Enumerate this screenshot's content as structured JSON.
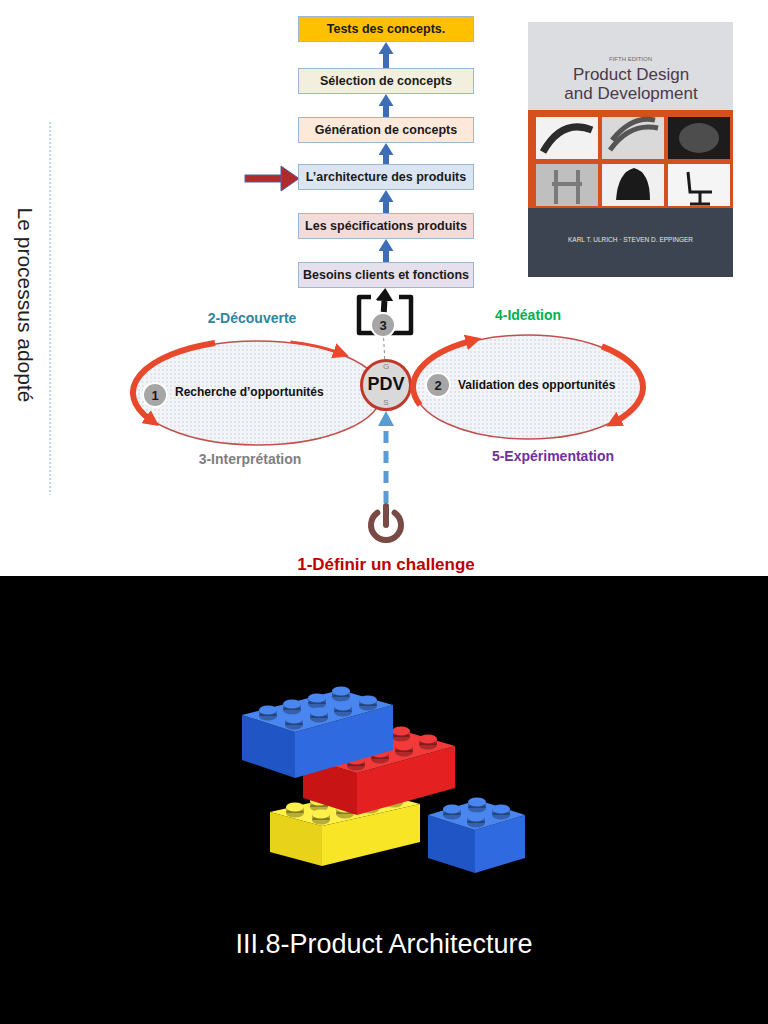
{
  "diagram": {
    "title": "III.8-Product Architecture",
    "nodes": [
      {
        "text": [
          "Tests des concepts."
        ]
      },
      {
        "text": [
          "Sélection de concepts"
        ]
      },
      {
        "text": [
          "Génération de concepts"
        ]
      },
      {
        "text": [
          "L’architecture des produits"
        ]
      },
      {
        "text": [
          "Les spécifications produits"
        ]
      },
      {
        "text": [
          "Besoins clients et fonctions"
        ]
      },
      {
        "text": [
          "3"
        ]
      },
      {
        "text": [
          "Recherche d’opportunités"
        ]
      },
      {
        "text": [
          "1"
        ],
        "in": 7
      },
      {
        "text": [
          "G",
          "PDV",
          "S"
        ]
      },
      {
        "text": [
          "Validation des opportunités"
        ]
      },
      {
        "text": [
          "2"
        ],
        "in": 10
      },
      {
        "text": [
          "1-Définir un challenge"
        ]
      }
    ],
    "edges": [
      {
        "from": 5,
        "to": 4,
        "arrow": "to"
      },
      {
        "from": 4,
        "to": 3,
        "arrow": "to"
      },
      {
        "from": 3,
        "to": 2,
        "arrow": "to"
      },
      {
        "from": 2,
        "to": 1,
        "arrow": "to"
      },
      {
        "from": 1,
        "to": 0,
        "arrow": "to"
      },
      {
        "from": 6,
        "to": 5,
        "arrow": "to"
      },
      {
        "from": 9,
        "to": 6,
        "arrow": "none"
      },
      {
        "from": 12,
        "to": 9,
        "arrow": "to"
      }
    ],
    "labels": [
      "Le processus adopté",
      "FIFTH EDITION",
      "Product Design and Development",
      "KARL T. ULRICH · STEVEN D. EPPINGER",
      "2-Découverte",
      "4-Idéation",
      "3-Interprétation",
      "5-Expérimentation"
    ]
  }
}
